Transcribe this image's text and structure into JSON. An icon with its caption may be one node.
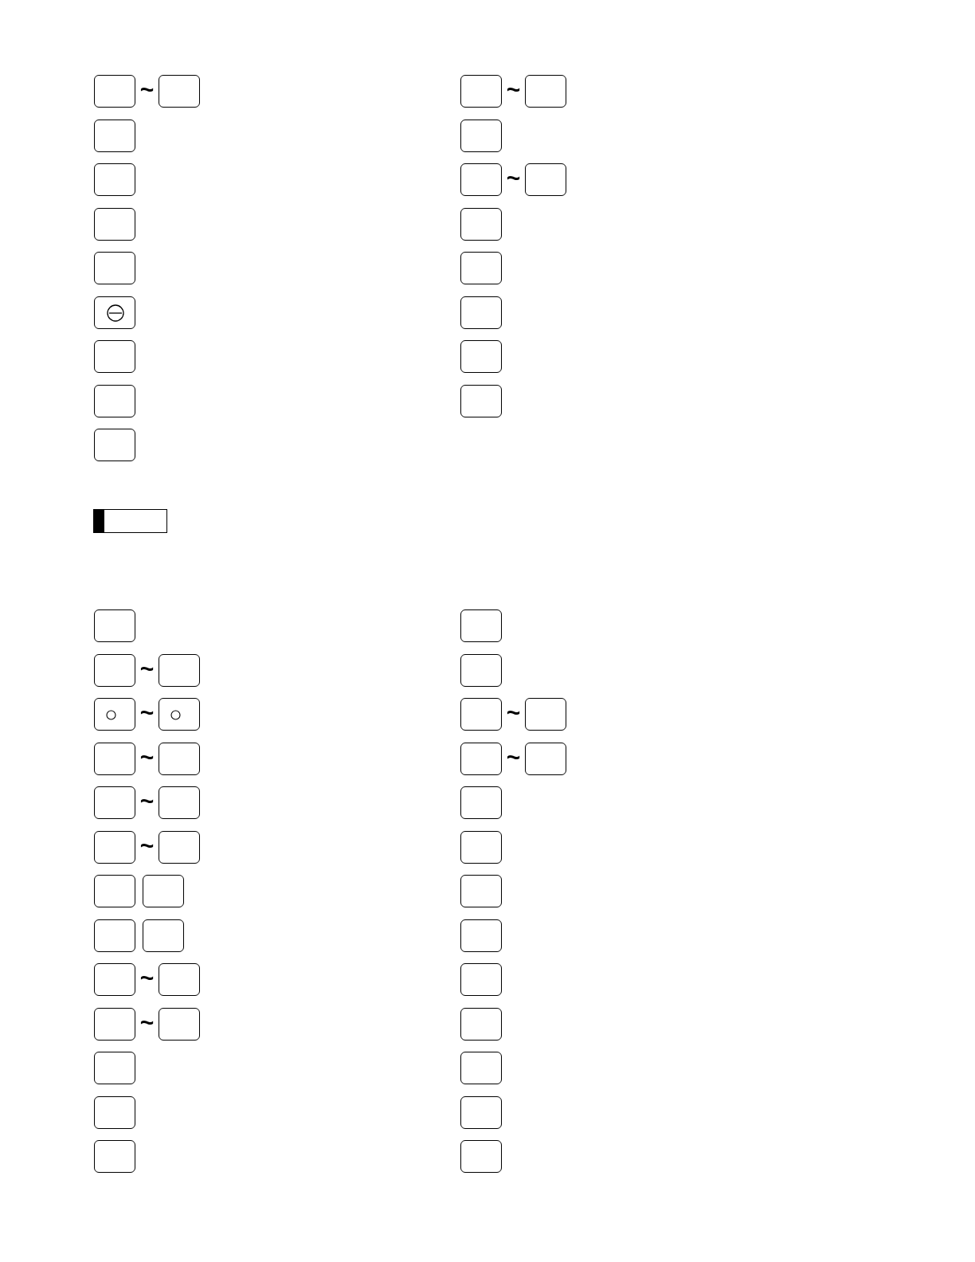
{
  "diagram": {
    "nodes": [
      {
        "text": [],
        "shape": "box"
      },
      {
        "text": [],
        "shape": "box"
      },
      {
        "text": [],
        "shape": "box"
      },
      {
        "text": [],
        "shape": "box"
      },
      {
        "text": [],
        "shape": "box"
      },
      {
        "text": [],
        "shape": "box"
      },
      {
        "text": [],
        "shape": "box"
      },
      {
        "text": [],
        "shape": "box"
      },
      {
        "text": [],
        "shape": "box"
      },
      {
        "text": [],
        "shape": "box"
      },
      {
        "text": [],
        "shape": "box"
      },
      {
        "text": [],
        "shape": "box"
      },
      {
        "text": [],
        "shape": "box"
      },
      {
        "text": [],
        "shape": "box"
      },
      {
        "text": [],
        "shape": "box"
      },
      {
        "text": [],
        "shape": "box"
      },
      {
        "text": [],
        "shape": "box"
      },
      {
        "text": [],
        "shape": "box"
      },
      {
        "text": [],
        "shape": "box"
      },
      {
        "text": [],
        "shape": "box"
      },
      {
        "text": [],
        "shape": "bar"
      },
      {
        "text": [],
        "shape": "box"
      },
      {
        "text": [],
        "shape": "box"
      },
      {
        "text": [],
        "shape": "box"
      },
      {
        "text": [],
        "shape": "box"
      },
      {
        "text": [],
        "shape": "box"
      },
      {
        "text": [],
        "shape": "box"
      },
      {
        "text": [],
        "shape": "box"
      },
      {
        "text": [],
        "shape": "box"
      },
      {
        "text": [],
        "shape": "box"
      },
      {
        "text": [],
        "shape": "box"
      },
      {
        "text": [],
        "shape": "box"
      },
      {
        "text": [],
        "shape": "box"
      },
      {
        "text": [],
        "shape": "box"
      },
      {
        "text": [],
        "shape": "box"
      },
      {
        "text": [],
        "shape": "box"
      },
      {
        "text": [],
        "shape": "box"
      },
      {
        "text": [],
        "shape": "box"
      },
      {
        "text": [],
        "shape": "box"
      },
      {
        "text": [],
        "shape": "box"
      },
      {
        "text": [],
        "shape": "box"
      },
      {
        "text": [],
        "shape": "box"
      },
      {
        "text": [],
        "shape": "box"
      },
      {
        "text": [],
        "shape": "box"
      },
      {
        "text": [],
        "shape": "box"
      },
      {
        "text": [],
        "shape": "box"
      },
      {
        "text": [],
        "shape": "box"
      },
      {
        "text": [],
        "shape": "box"
      },
      {
        "text": [],
        "shape": "box"
      },
      {
        "text": [],
        "shape": "box"
      },
      {
        "text": [],
        "shape": "box"
      },
      {
        "text": [],
        "shape": "box"
      },
      {
        "text": [],
        "shape": "box"
      },
      {
        "text": [],
        "shape": "box"
      },
      {
        "text": [],
        "shape": "box"
      },
      {
        "text": [],
        "shape": "box"
      },
      {
        "text": [],
        "shape": "box"
      },
      {
        "text": [],
        "shape": "box"
      }
    ],
    "labels": [
      "~",
      "~",
      "~",
      "~",
      "~",
      "~",
      "~",
      "~",
      "~",
      "~",
      "~",
      "~"
    ]
  }
}
